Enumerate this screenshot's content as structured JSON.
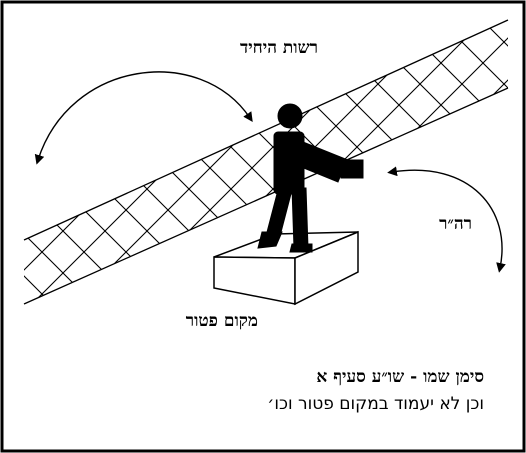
{
  "labels": {
    "private_domain": "רשות היחיד",
    "public_domain": "רה״ר",
    "exempt_place": "מקום פטור"
  },
  "caption": {
    "source": "סימן שמו - שו״ע סעיף א",
    "text": "וכן לא יעמוד במקום פטור וכו׳"
  }
}
